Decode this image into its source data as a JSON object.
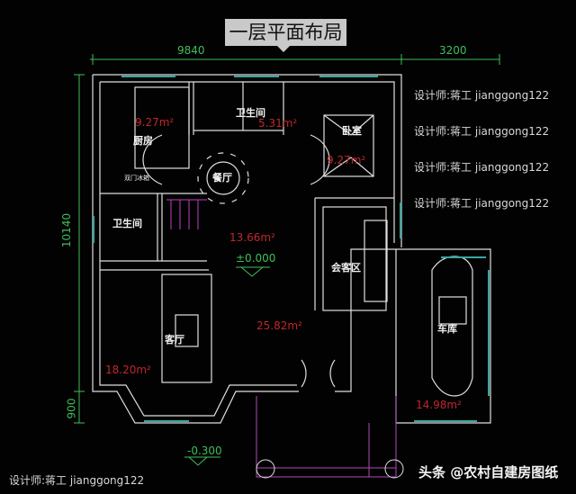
{
  "title": "一层平面布局",
  "dimensions": {
    "top_main": "9840",
    "top_garage": "3200",
    "left_main": "10140",
    "left_bay": "900"
  },
  "rooms": {
    "kitchen": {
      "label": "厨房",
      "area": "9.27m²",
      "fridge": "双门冰箱"
    },
    "bathroom_top": {
      "label": "卫生间",
      "area": "5.31m²"
    },
    "bedroom": {
      "label": "卧室",
      "area": "9.27m²"
    },
    "dining": {
      "label": "餐厅",
      "area": "13.66m²"
    },
    "bathroom_left": {
      "label": "卫生间"
    },
    "reception": {
      "label": "会客区",
      "area": "25.82m²"
    },
    "living": {
      "label": "客厅",
      "area": "18.20m²"
    },
    "garage": {
      "label": "车库",
      "area": "14.98m²"
    }
  },
  "levels": {
    "floor": "±0.000",
    "porch": "-0.300"
  },
  "watermark": "设计师:蒋工 jianggong122",
  "source_credit": "头条 @农村自建房图纸",
  "colors": {
    "background": "#020202",
    "walls": "#e0e0e0",
    "windows": "#3aa6a0",
    "dimension": "#3fbf5a",
    "area_text": "#c0272d",
    "porch": "#b04ab8",
    "stairs": "#c040c0"
  }
}
